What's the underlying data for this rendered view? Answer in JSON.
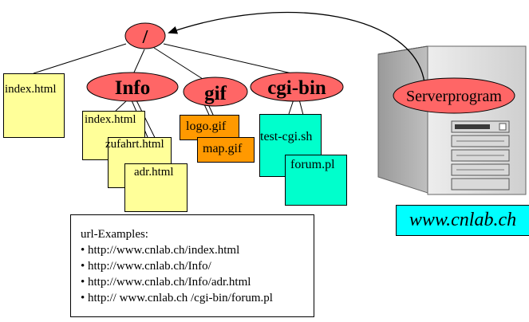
{
  "tree": {
    "root": "/",
    "root_file": "index.html",
    "folders": {
      "info": "Info",
      "gif": "gif",
      "cgi": "cgi-bin"
    },
    "info_files": [
      "index.html",
      "zufahrt.html",
      "adr.html"
    ],
    "gif_files": [
      "logo.gif",
      "map.gif"
    ],
    "cgi_files": [
      "test-cgi.sh",
      "forum.pl"
    ]
  },
  "server": {
    "label": "Serverprogram",
    "host": "www.cnlab.ch"
  },
  "url_examples": {
    "title": "url-Examples:",
    "items": [
      "• http://www.cnlab.ch/index.html",
      "• http://www.cnlab.ch/Info/",
      "• http://www.cnlab.ch/Info/adr.html",
      "• http:// www.cnlab.ch /cgi-bin/forum.pl"
    ]
  },
  "colors": {
    "node_fill": "#ff6666",
    "file_yellow": "#ffff99",
    "file_orange": "#ff9900",
    "file_teal": "#00ffcc",
    "host_box": "#00ffff"
  }
}
